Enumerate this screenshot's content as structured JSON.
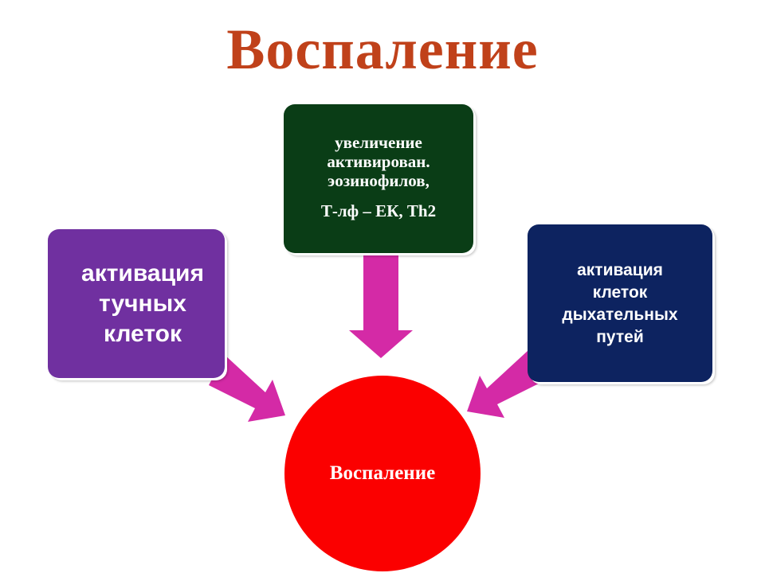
{
  "title": "Воспаление",
  "colors": {
    "title": "#c0411a",
    "arrow": "#d42aa6",
    "mast_box": "#7030a0",
    "eos_box": "#0a3d16",
    "airway_box": "#0d2360",
    "circle": "#fb0000"
  },
  "nodes": {
    "mast_cells": {
      "lines": [
        "активация",
        "тучных",
        "клеток"
      ]
    },
    "eosinophils": {
      "lines": [
        "увеличение",
        "активирован.",
        "эозинофилов,",
        "Т-лф – ЕК, Th2"
      ]
    },
    "airway_cells": {
      "lines": [
        "активация",
        "клеток",
        "дыхательных",
        "путей"
      ]
    },
    "inflammation": {
      "label": "Воспаление"
    }
  }
}
